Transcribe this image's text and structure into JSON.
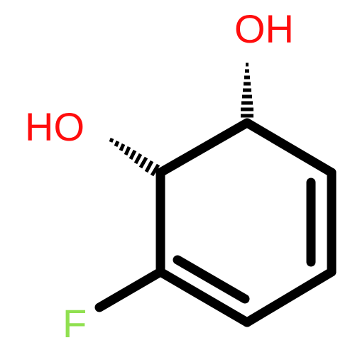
{
  "molecule": {
    "atoms": {
      "oh_top": "OH",
      "oh_left": "HO",
      "fluorine": "F"
    },
    "colors": {
      "oxygen": "#ff0d0d",
      "fluorine": "#90e050",
      "bond": "#000000",
      "background": "#ffffff"
    },
    "bonds": {
      "c1_c6": "single",
      "c1_c2": "single",
      "c2_c3": "double",
      "c3_c4": "single",
      "c4_c5": "double",
      "c5_c6": "single",
      "c1_oh": "hashed-wedge",
      "c6_oh": "hashed-wedge",
      "c2_f": "single"
    }
  }
}
